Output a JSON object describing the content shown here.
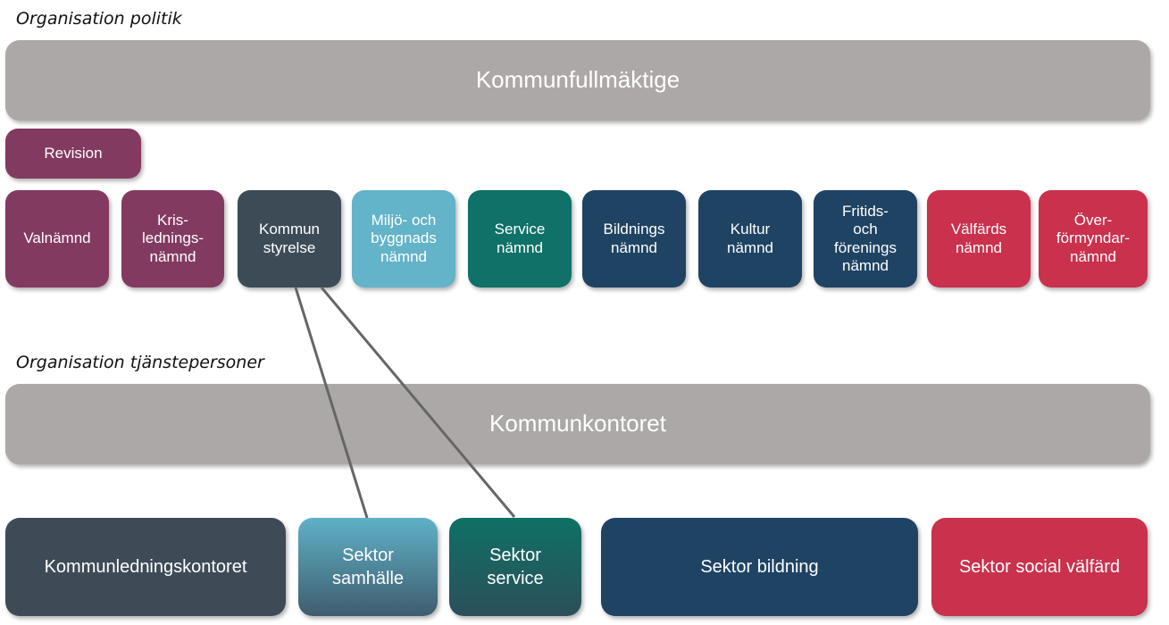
{
  "headings": {
    "politik": "Organisation politik",
    "tjanste": "Organisation tjänstepersoner"
  },
  "top": "Kommunfullmäktige",
  "revision": "Revision",
  "namnder": [
    {
      "label": "Valnämnd",
      "color": "#833a60"
    },
    {
      "label": "Kris-\nlednings-\nnämnd",
      "color": "#833a60"
    },
    {
      "label": "Kommun\nstyrelse",
      "color": "#3d4b57"
    },
    {
      "label": "Miljö- och\nbyggnads\nnämnd",
      "color": "#63b3c9"
    },
    {
      "label": "Service\nnämnd",
      "color": "#0f7168"
    },
    {
      "label": "Bildnings\nnämnd",
      "color": "#1f4363"
    },
    {
      "label": "Kultur\nnämnd",
      "color": "#1f4363"
    },
    {
      "label": "Fritids-\noch\nförenings\nnämnd",
      "color": "#1f4363"
    },
    {
      "label": "Välfärds\nnämnd",
      "color": "#c9314d"
    },
    {
      "label": "Över-\nförmyndar-\nnämnd",
      "color": "#c9314d"
    }
  ],
  "kontor": "Kommunkontoret",
  "sektorer": [
    {
      "label": "Kommunledningskontoret",
      "color": "#3e4b57"
    },
    {
      "label": "Sektor\nsamhälle",
      "color": "#5aa7bd"
    },
    {
      "label": "Sektor\nservice",
      "color": "#0f6a62"
    },
    {
      "label": "Sektor bildning",
      "color": "#1f4363"
    },
    {
      "label": "Sektor social välfärd",
      "color": "#c9314d"
    }
  ]
}
